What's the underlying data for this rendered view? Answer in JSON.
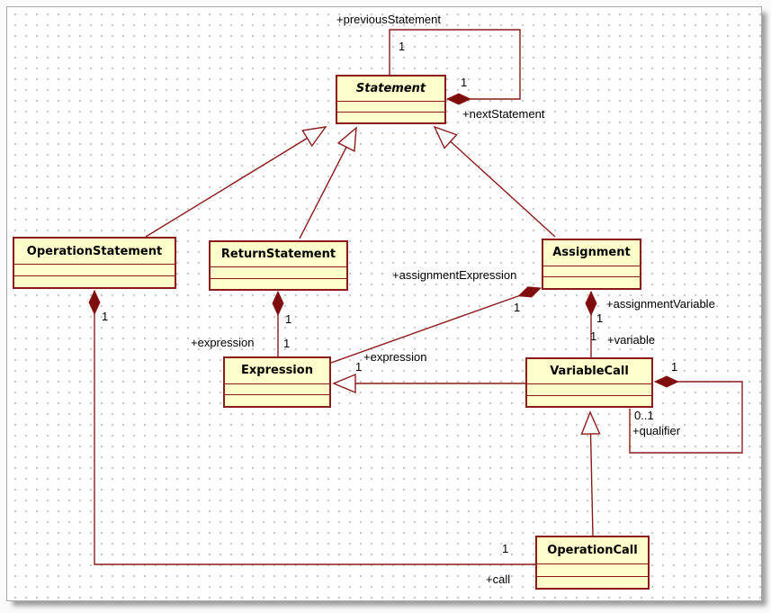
{
  "colors": {
    "box_fill": "#FFFFCC",
    "line": "#8B1A1A",
    "diamond_fill": "#7E0C0C",
    "text": "#000000",
    "grid_dot": "#C9C9C9"
  },
  "diagram": {
    "classes": {
      "statement": {
        "name": "Statement",
        "abstract": true
      },
      "operation_statement": {
        "name": "OperationStatement"
      },
      "return_statement": {
        "name": "ReturnStatement"
      },
      "assignment": {
        "name": "Assignment"
      },
      "expression": {
        "name": "Expression"
      },
      "variable_call": {
        "name": "VariableCall"
      },
      "operation_call": {
        "name": "OperationCall"
      }
    },
    "labels": {
      "previous_statement": "+previousStatement",
      "next_statement": "+nextStatement",
      "assignment_expression": "+assignmentExpression",
      "assignment_variable": "+assignmentVariable",
      "variable": "+variable",
      "expression_from_return": "+expression",
      "expression_from_variablecall": "+expression",
      "qualifier": "+qualifier",
      "call": "+call"
    },
    "multiplicities": {
      "previous": "1",
      "next": "1",
      "opstmt_call_source": "1",
      "call_target": "1",
      "return_expr_near_diamond": "1",
      "return_expr_near_expression": "1",
      "assignment_expr": "1",
      "assignment_var_near_diamond": "1",
      "assignment_var_near_variablecall": "1",
      "variablecall_expr": "1",
      "qualifier_source": "1",
      "qualifier_target": "0..1"
    },
    "edges": [
      {
        "type": "composition",
        "from": "Statement",
        "to": "Statement",
        "roles": [
          "+previousStatement",
          "+nextStatement"
        ]
      },
      {
        "type": "generalization",
        "from": "OperationStatement",
        "to": "Statement"
      },
      {
        "type": "generalization",
        "from": "ReturnStatement",
        "to": "Statement"
      },
      {
        "type": "generalization",
        "from": "Assignment",
        "to": "Statement"
      },
      {
        "type": "composition",
        "from": "ReturnStatement",
        "to": "Expression",
        "roles": [
          "+expression"
        ]
      },
      {
        "type": "composition",
        "from": "Assignment",
        "to": "Expression",
        "roles": [
          "+assignmentExpression"
        ]
      },
      {
        "type": "composition",
        "from": "Assignment",
        "to": "VariableCall",
        "roles": [
          "+assignmentVariable",
          "+variable"
        ]
      },
      {
        "type": "generalization",
        "from": "VariableCall",
        "to": "Expression",
        "roles": [
          "+expression"
        ]
      },
      {
        "type": "composition",
        "from": "VariableCall",
        "to": "VariableCall",
        "roles": [
          "+qualifier"
        ],
        "multiplicity": "0..1"
      },
      {
        "type": "generalization",
        "from": "OperationCall",
        "to": "VariableCall"
      },
      {
        "type": "composition",
        "from": "OperationStatement",
        "to": "OperationCall",
        "roles": [
          "+call"
        ]
      }
    ]
  }
}
